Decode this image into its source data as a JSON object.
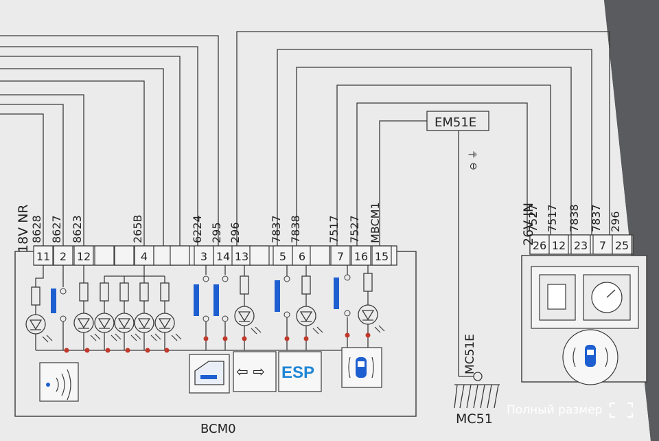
{
  "diagram": {
    "left_connector": {
      "voltage_label": "18V NR",
      "pins": [
        {
          "pin": "11",
          "wire": "8628"
        },
        {
          "pin": "2",
          "wire": "8627"
        },
        {
          "pin": "12",
          "wire": "8623"
        },
        {
          "pin": "",
          "wire": ""
        },
        {
          "pin": "",
          "wire": ""
        },
        {
          "pin": "4",
          "wire": "265B"
        },
        {
          "pin": "",
          "wire": ""
        },
        {
          "pin": "",
          "wire": ""
        },
        {
          "pin": "3",
          "wire": "6224"
        },
        {
          "pin": "14",
          "wire": "295"
        },
        {
          "pin": "13",
          "wire": "296"
        },
        {
          "pin": "",
          "wire": ""
        },
        {
          "pin": "5",
          "wire": "7837"
        },
        {
          "pin": "6",
          "wire": "7838"
        },
        {
          "pin": "",
          "wire": ""
        },
        {
          "pin": "7",
          "wire": "7517"
        },
        {
          "pin": "16",
          "wire": "7527"
        },
        {
          "pin": "15",
          "wire": "MBCM1"
        }
      ]
    },
    "module_label": "BCM0",
    "right_connector": {
      "voltage_label": "26V JN",
      "pins": [
        {
          "pin": "26",
          "wire": "7527"
        },
        {
          "pin": "12",
          "wire": "7517"
        },
        {
          "pin": "23",
          "wire": "7838"
        },
        {
          "pin": "7",
          "wire": "7837"
        },
        {
          "pin": "25",
          "wire": "296"
        }
      ]
    },
    "ground_wire_label": "EM51E",
    "ground_cable_label": "MC51E",
    "ground_point_label": "MC51",
    "ground_symbols": "⊖ ⏚",
    "esp_label": "ESP",
    "arrows_label": "⇦ ⇨"
  },
  "overlay": {
    "fullsize_label": "Полный размер"
  },
  "colors": {
    "paper": "#ebebeb",
    "line": "#3a3a3a",
    "blue": "#1d5fd0",
    "dot": "#c0392b",
    "esp": "#1f86d6"
  }
}
